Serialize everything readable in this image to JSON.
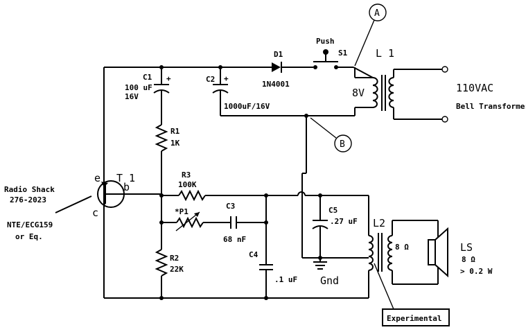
{
  "markers": {
    "a": "A",
    "b": "B"
  },
  "switch": {
    "push": "Push",
    "ref": "S1"
  },
  "diode": {
    "ref": "D1",
    "part": "1N4001"
  },
  "c1": {
    "ref": "C1",
    "value": "100 uF",
    "voltage": "16V",
    "polarity": "+"
  },
  "c2": {
    "ref": "C2",
    "value": "1000uF/16V",
    "polarity": "+"
  },
  "l1": {
    "ref": "L 1",
    "secondary": "8V"
  },
  "mains": {
    "voltage": "110VAC",
    "label": "Bell Transformer"
  },
  "r1": {
    "ref": "R1",
    "value": "1K"
  },
  "t1": {
    "ref": "T 1",
    "e": "e",
    "b": "b",
    "c": "c"
  },
  "transistor_note": {
    "line1": "Radio Shack",
    "line2": "276-2023",
    "line3": "NTE/ECG159",
    "line4": "or Eq."
  },
  "r3": {
    "ref": "R3",
    "value": "100K"
  },
  "p1": {
    "ref": "*P1"
  },
  "c3": {
    "ref": "C3",
    "value": "68 nF"
  },
  "c4": {
    "ref": "C4",
    "value": ".1 uF"
  },
  "r2": {
    "ref": "R2",
    "value": "22K"
  },
  "c5": {
    "ref": "C5",
    "value": ".27 uF"
  },
  "gnd": "Gnd",
  "l2": {
    "ref": "L2",
    "impedance": "8 Ω"
  },
  "ls": {
    "ref": "LS",
    "impedance": "8 Ω",
    "power": "> 0.2 W"
  },
  "experimental": "Experimental"
}
